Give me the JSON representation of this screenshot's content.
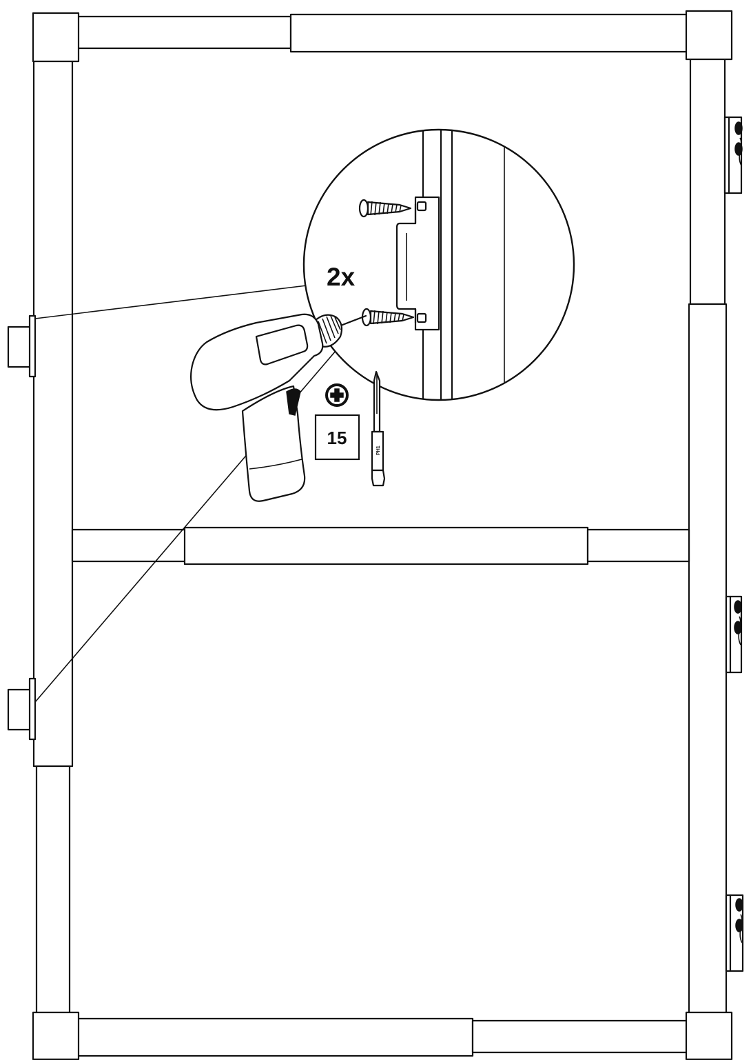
{
  "instruction": {
    "quantity_label": "2x",
    "screw_count_label": "15",
    "bit_label": "PH1"
  },
  "icons": {
    "phillips_symbol": "phillips-head-icon",
    "drill": "cordless-drill-icon",
    "bit": "screwdriver-bit-icon",
    "screw": "wood-screw-icon",
    "bracket": "mounting-bracket-icon",
    "hinge": "hinge-icon"
  },
  "colors": {
    "ink": "#111111",
    "paper": "#ffffff"
  }
}
